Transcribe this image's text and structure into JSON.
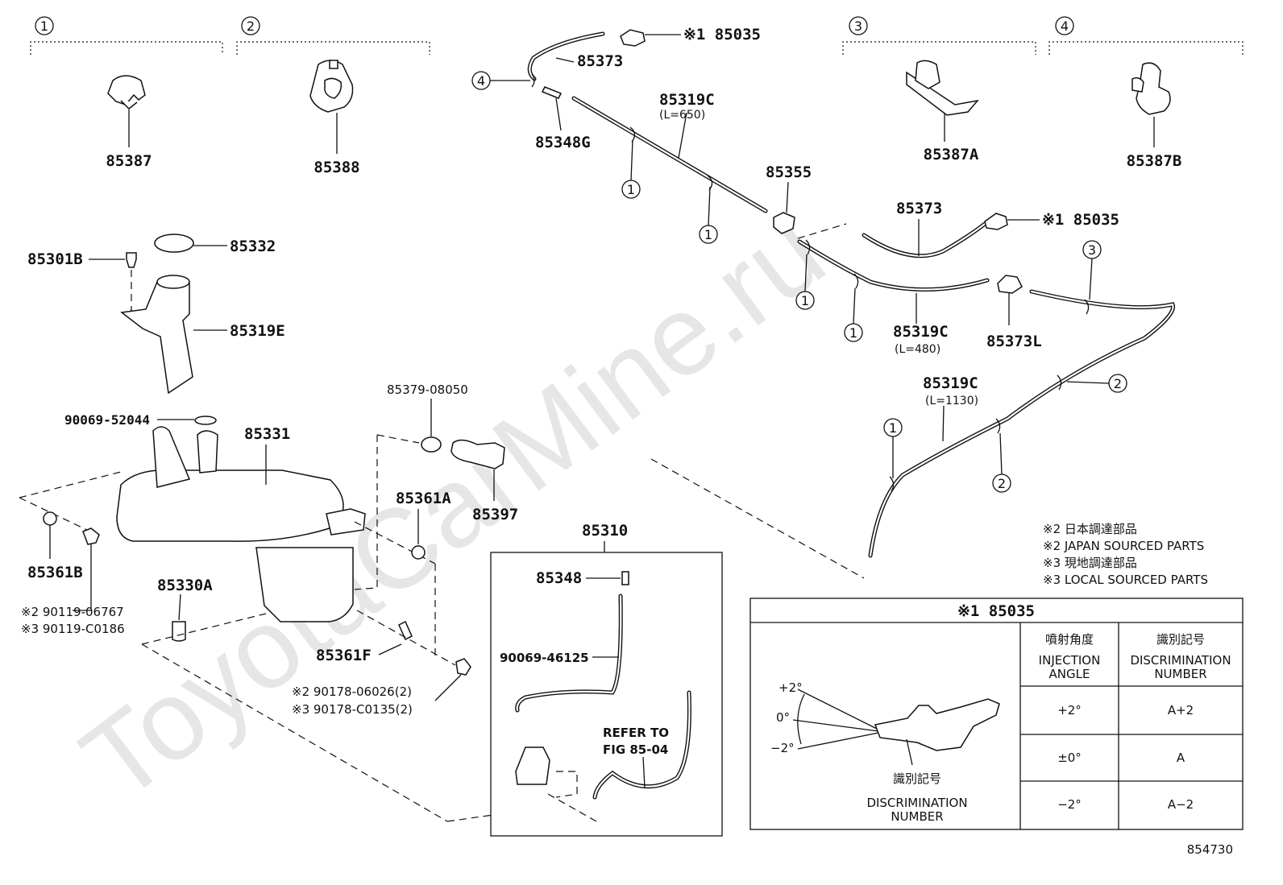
{
  "watermark": "ToyotaCarMine.ru",
  "figure_code": "854730",
  "groups": [
    {
      "num": "1",
      "part": "85387"
    },
    {
      "num": "2",
      "part": "85388"
    },
    {
      "num": "3",
      "part": "85387A"
    },
    {
      "num": "4",
      "part": "85387B"
    }
  ],
  "parts": {
    "p85035_top": "※1 85035",
    "p85373_top": "85373",
    "p85348G": "85348G",
    "p85319C_650": "85319C",
    "len_650": "(L=650)",
    "p85355": "85355",
    "p85373_mid": "85373",
    "p85035_mid": "※1 85035",
    "p85319C_480": "85319C",
    "len_480": "(L=480)",
    "p85373L": "85373L",
    "p85319C_1130": "85319C",
    "len_1130": "(L=1130)",
    "p85301B": "85301B",
    "p85332": "85332",
    "p85319E": "85319E",
    "p90069_52044": "90069-52044",
    "p85331": "85331",
    "p85379": "85379-08050",
    "p85397": "85397",
    "p85361A": "85361A",
    "p85361B": "85361B",
    "p90119_06767": "※2 90119-06767",
    "p90119_C0186": "※3 90119-C0186",
    "p85330A": "85330A",
    "p85361F": "85361F",
    "p90178_06026": "※2 90178-06026(2)",
    "p90178_C0135": "※3 90178-C0135(2)",
    "p85310": "85310",
    "p85348": "85348",
    "p90069_46125": "90069-46125",
    "refer_1": "REFER TO",
    "refer_2": "FIG 85-04"
  },
  "callouts": [
    "1",
    "1",
    "1",
    "1",
    "1",
    "1",
    "2",
    "2",
    "3",
    "4"
  ],
  "notes": [
    "※2 日本調達部品",
    "※2 JAPAN SOURCED PARTS",
    "※3 現地調達部品",
    "※3 LOCAL SOURCED PARTS"
  ],
  "table": {
    "title": "※1 85035",
    "col1_jp": "噴射角度",
    "col1_en_1": "INJECTION",
    "col1_en_2": "ANGLE",
    "col2_jp": "識別記号",
    "col2_en_1": "DISCRIMINATION",
    "col2_en_2": "NUMBER",
    "rows": [
      {
        "angle": "+2°",
        "number": "A+2"
      },
      {
        "angle": "±0°",
        "number": "A"
      },
      {
        "angle": "−2°",
        "number": "A−2"
      }
    ],
    "diagram": {
      "angle_plus": "+2°",
      "angle_zero": "0°",
      "angle_minus": "−2°",
      "label_jp": "識別記号",
      "label_en_1": "DISCRIMINATION",
      "label_en_2": "NUMBER"
    }
  }
}
